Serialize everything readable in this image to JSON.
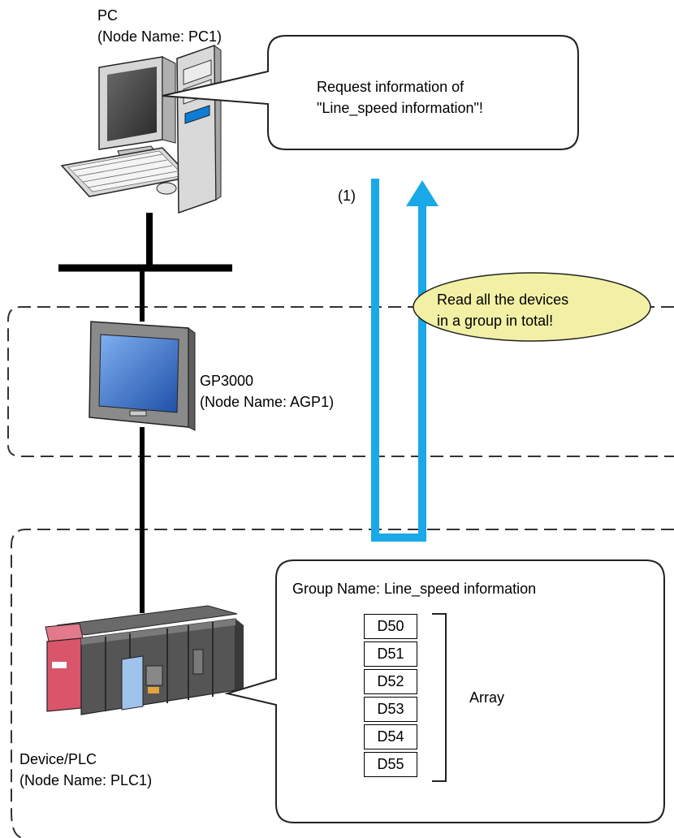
{
  "pc": {
    "label": "PC",
    "node": "(Node Name: PC1)"
  },
  "gp": {
    "label": "GP3000",
    "node": "(Node Name: AGP1)"
  },
  "plc": {
    "label": "Device/PLC",
    "node": "(Node Name: PLC1)"
  },
  "request_bubble": {
    "line1": "Request information of",
    "line2": "\"Line_speed information\"!"
  },
  "read_bubble": {
    "line1": "Read all the devices",
    "line2": "in a group in total!"
  },
  "step_label": "(1)",
  "group": {
    "title": "Group Name: Line_speed information",
    "registers": [
      "D50",
      "D51",
      "D52",
      "D53",
      "D54",
      "D55"
    ],
    "bracket_label": "Array"
  },
  "colors": {
    "arrow": "#1aa9e8",
    "ellipse_fill": "#f2f0a4",
    "plc_accent": "#d9556a",
    "screen": "#2f5fbf"
  }
}
